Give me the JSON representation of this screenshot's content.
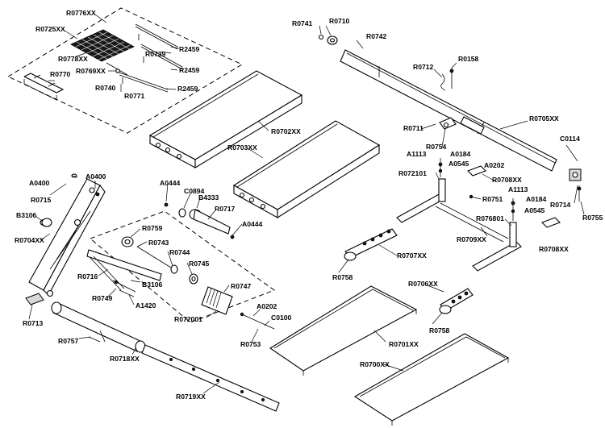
{
  "labels": {
    "R0776XX": "R0776XX",
    "R0725XX": "R0725XX",
    "R0778XX": "R0778XX",
    "R0739": "R0739",
    "R2459_a": "R2459",
    "R2459_b": "R2459",
    "R2459_c": "R2459",
    "R0769XX": "R0769XX",
    "R0770": "R0770",
    "R0740": "R0740",
    "R0771": "R0771",
    "R0702XX": "R0702XX",
    "R0703XX": "R0703XX",
    "R0741": "R0741",
    "R0710": "R0710",
    "R0742": "R0742",
    "R0712": "R0712",
    "R0158": "R0158",
    "R0705XX": "R0705XX",
    "R0711": "R0711",
    "R0754": "R0754",
    "A1113_a": "A1113",
    "A0184_a": "A0184",
    "A0545_a": "A0545",
    "A0202_a": "A0202",
    "R072101": "R072101",
    "R0708XX_a": "R0708XX",
    "R0751": "R0751",
    "C0114": "C0114",
    "R0714": "R0714",
    "R0755": "R0755",
    "A1113_b": "A1113",
    "A0184_b": "A0184",
    "A0545_b": "A0545",
    "R076801": "R076801",
    "R0709XX": "R0709XX",
    "R0708XX_b": "R0708XX",
    "R0707XX": "R0707XX",
    "R0758_a": "R0758",
    "R0706XX": "R0706XX",
    "R0758_b": "R0758",
    "A0400_a": "A0400",
    "A0400_b": "A0400",
    "R0715": "R0715",
    "B3106_a": "B3106",
    "R0704XX": "R0704XX",
    "A0444_a": "A0444",
    "C0894": "C0894",
    "B4333": "B4333",
    "R0717": "R0717",
    "A0444_b": "A0444",
    "R0759": "R0759",
    "R0743": "R0743",
    "R0744": "R0744",
    "R0745": "R0745",
    "R0716": "R0716",
    "B3106_b": "B3106",
    "R0747": "R0747",
    "R0749": "R0749",
    "A1420": "A1420",
    "R0713": "R0713",
    "R072001": "R072001",
    "A0202_b": "A0202",
    "C0100": "C0100",
    "R0753": "R0753",
    "R0757": "R0757",
    "R0718XX": "R0718XX",
    "R0701XX": "R0701XX",
    "R0700XX": "R0700XX",
    "R0719XX": "R0719XX"
  }
}
